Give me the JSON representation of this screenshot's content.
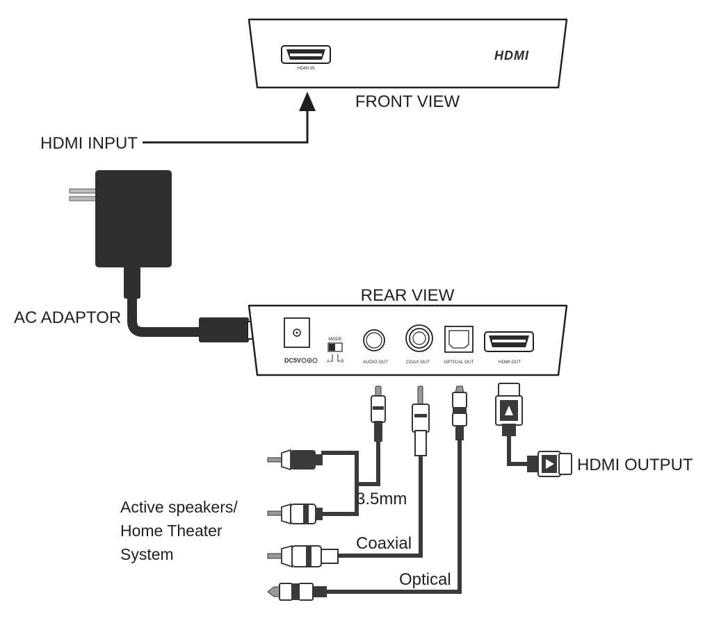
{
  "front": {
    "title": "FRONT VIEW",
    "port_label": "HDMI IN",
    "brand_logo": "HDMI"
  },
  "rear": {
    "title": "REAR VIEW",
    "dc_label": "DC5V",
    "mode_label": "MODE",
    "mode_a": "A",
    "mode_b": "B",
    "audio_out": "AUDIO OUT",
    "coax_out": "COAX OUT",
    "optical_out": "OPTICAL OUT",
    "hdmi_out": "HDMI OUT"
  },
  "labels": {
    "hdmi_input": "HDMI INPUT",
    "ac_adaptor": "AC ADAPTOR",
    "hdmi_output": "HDMI OUTPUT",
    "speakers_line1": "Active speakers/",
    "speakers_line2": "Home Theater",
    "speakers_line3": "System",
    "cable_35": "3.5mm",
    "cable_coax": "Coaxial",
    "cable_optical": "Optical"
  },
  "colors": {
    "ink": "#1f1f1f",
    "cable": "#3a3a3a",
    "adaptor": "#2f2f2f",
    "plug_gray": "#9a9a9a"
  }
}
